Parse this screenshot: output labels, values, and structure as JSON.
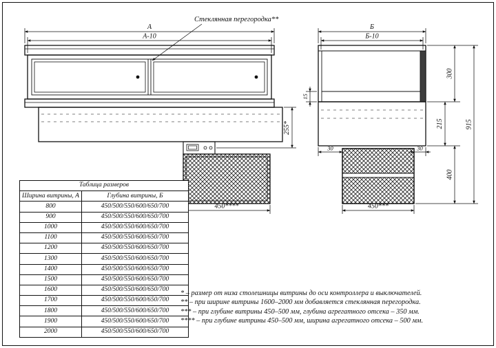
{
  "labels": {
    "glass_partition": "Стеклянная перегородка**"
  },
  "dims": {
    "a": "А",
    "a10": "А-10",
    "b": "Б",
    "b10": "Б-10",
    "d255": "255*",
    "d450_front": "450****",
    "d450_side": "450***",
    "d300": "300",
    "d215": "215",
    "d915": "915",
    "d400": "400",
    "d15": "15",
    "d30_left": "30",
    "d30_right": "30"
  },
  "table": {
    "title": "Таблица размеров",
    "col_width": "Ширина витрины,  А",
    "col_depth": "Глубина витрины,  Б",
    "rows": [
      {
        "width": "800",
        "depth": "450/500/550/600/650/700"
      },
      {
        "width": "900",
        "depth": "450/500/550/600/650/700"
      },
      {
        "width": "1000",
        "depth": "450/500/550/600/650/700"
      },
      {
        "width": "1100",
        "depth": "450/500/550/600/650/700"
      },
      {
        "width": "1200",
        "depth": "450/500/550/600/650/700"
      },
      {
        "width": "1300",
        "depth": "450/500/550/600/650/700"
      },
      {
        "width": "1400",
        "depth": "450/500/550/600/650/700"
      },
      {
        "width": "1500",
        "depth": "450/500/550/600/650/700"
      },
      {
        "width": "1600",
        "depth": "450/500/550/600/650/700"
      },
      {
        "width": "1700",
        "depth": "450/500/550/600/650/700"
      },
      {
        "width": "1800",
        "depth": "450/500/550/600/650/700"
      },
      {
        "width": "1900",
        "depth": "450/500/550/600/650/700"
      },
      {
        "width": "2000",
        "depth": "450/500/550/600/650/700"
      }
    ]
  },
  "footnotes": [
    "* – размер от низа столешницы витрины до оси контроллера и выключателей.",
    "** – при ширине витрины 1600–2000 мм добавляется стеклянная перегородка.",
    "*** – при глубине витрины 450–500 мм, глубина агрегатного отсека – 350 мм.",
    "**** – при глубине витрины 450–500 мм, ширина агрегатного отсека – 500 мм."
  ],
  "colors": {
    "line": "#111111",
    "background": "#ffffff"
  }
}
